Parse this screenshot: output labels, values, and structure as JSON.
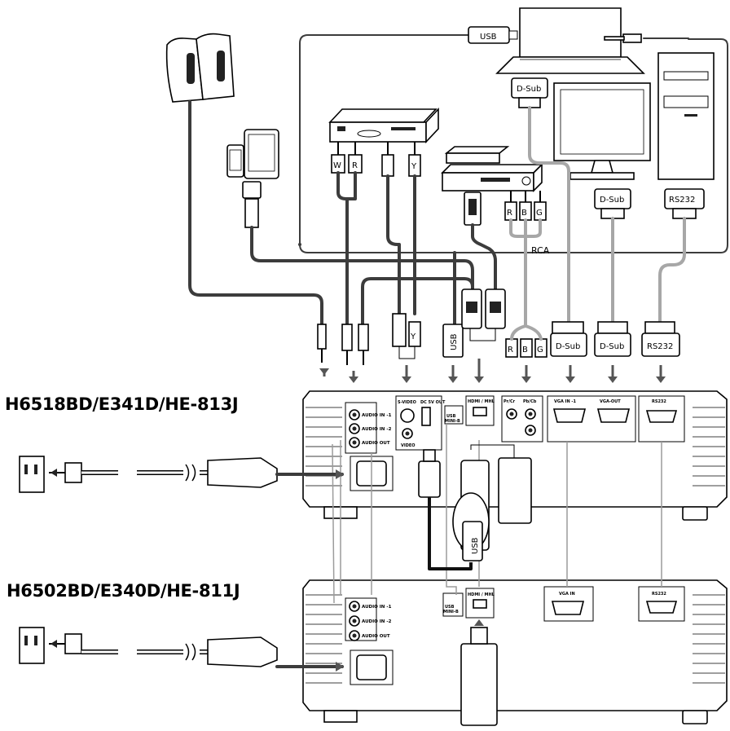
{
  "models": {
    "top": "H6518BD/E341D/HE-813J",
    "bottom": "H6502BD/E340D/HE-811J"
  },
  "cable_labels": {
    "usb_top": "USB",
    "dsub_laptop": "D-Sub",
    "dsub_monitor": "D-Sub",
    "rs232_pc": "RS232",
    "rca": "RCA",
    "rca_r": "R",
    "rca_b": "B",
    "rca_g": "G",
    "audio_w": "W",
    "audio_r": "R",
    "svideo_y": "Y",
    "usb_plug": "USB",
    "dsub_in": "D-Sub",
    "dsub_out": "D-Sub",
    "rs232_in": "RS232",
    "usb_dongle": "USB"
  },
  "ports_top": {
    "audio_in_1": "AUDIO IN -1",
    "audio_in_2": "AUDIO IN -2",
    "audio_out": "AUDIO OUT",
    "svideo": "S-VIDEO",
    "dc5v": "DC 5V OUT",
    "video": "VIDEO",
    "usb_mini": "USB",
    "usb_mini_b": "MINI-B",
    "hdmi_mhl": "HDMI / MHL",
    "prcr": "Pr/Cr",
    "pbcb": "Pb/Cb",
    "vga_in_1": "VGA IN -1",
    "vga_out": "VGA-OUT",
    "rs232": "RS232"
  },
  "ports_bottom": {
    "audio_in_1": "AUDIO IN -1",
    "audio_in_2": "AUDIO IN -2",
    "audio_out": "AUDIO OUT",
    "usb_mini": "USB",
    "usb_mini_b": "MINI-B",
    "hdmi_mhl": "HDMI / MHL",
    "vga_in": "VGA IN",
    "rs232": "RS232"
  }
}
